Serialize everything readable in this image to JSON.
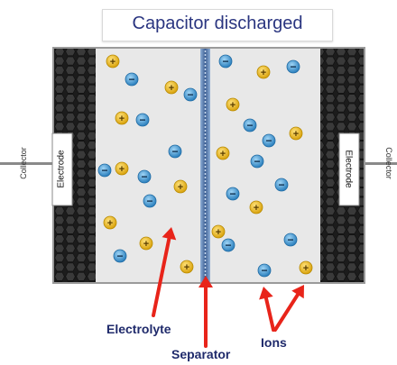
{
  "title": "Capacitor discharged",
  "labels": {
    "collector_left": "Collector",
    "collector_right": "Collector",
    "electrode_left": "Electrode",
    "electrode_right": "Electrode",
    "electrolyte": "Electrolyte",
    "separator": "Separator",
    "ions": "Ions"
  },
  "ion_symbols": {
    "positive": "+",
    "negative": "−"
  },
  "colors": {
    "title_text": "#2a3580",
    "annotation_text": "#1f2a6b",
    "arrow": "#e8241a",
    "positive_ion": "#f2c21b",
    "negative_ion": "#3d9bd6",
    "electrode_dark": "#2b2b2b",
    "electrolyte": "#e6e6e6",
    "separator": "#5a7fb5"
  }
}
